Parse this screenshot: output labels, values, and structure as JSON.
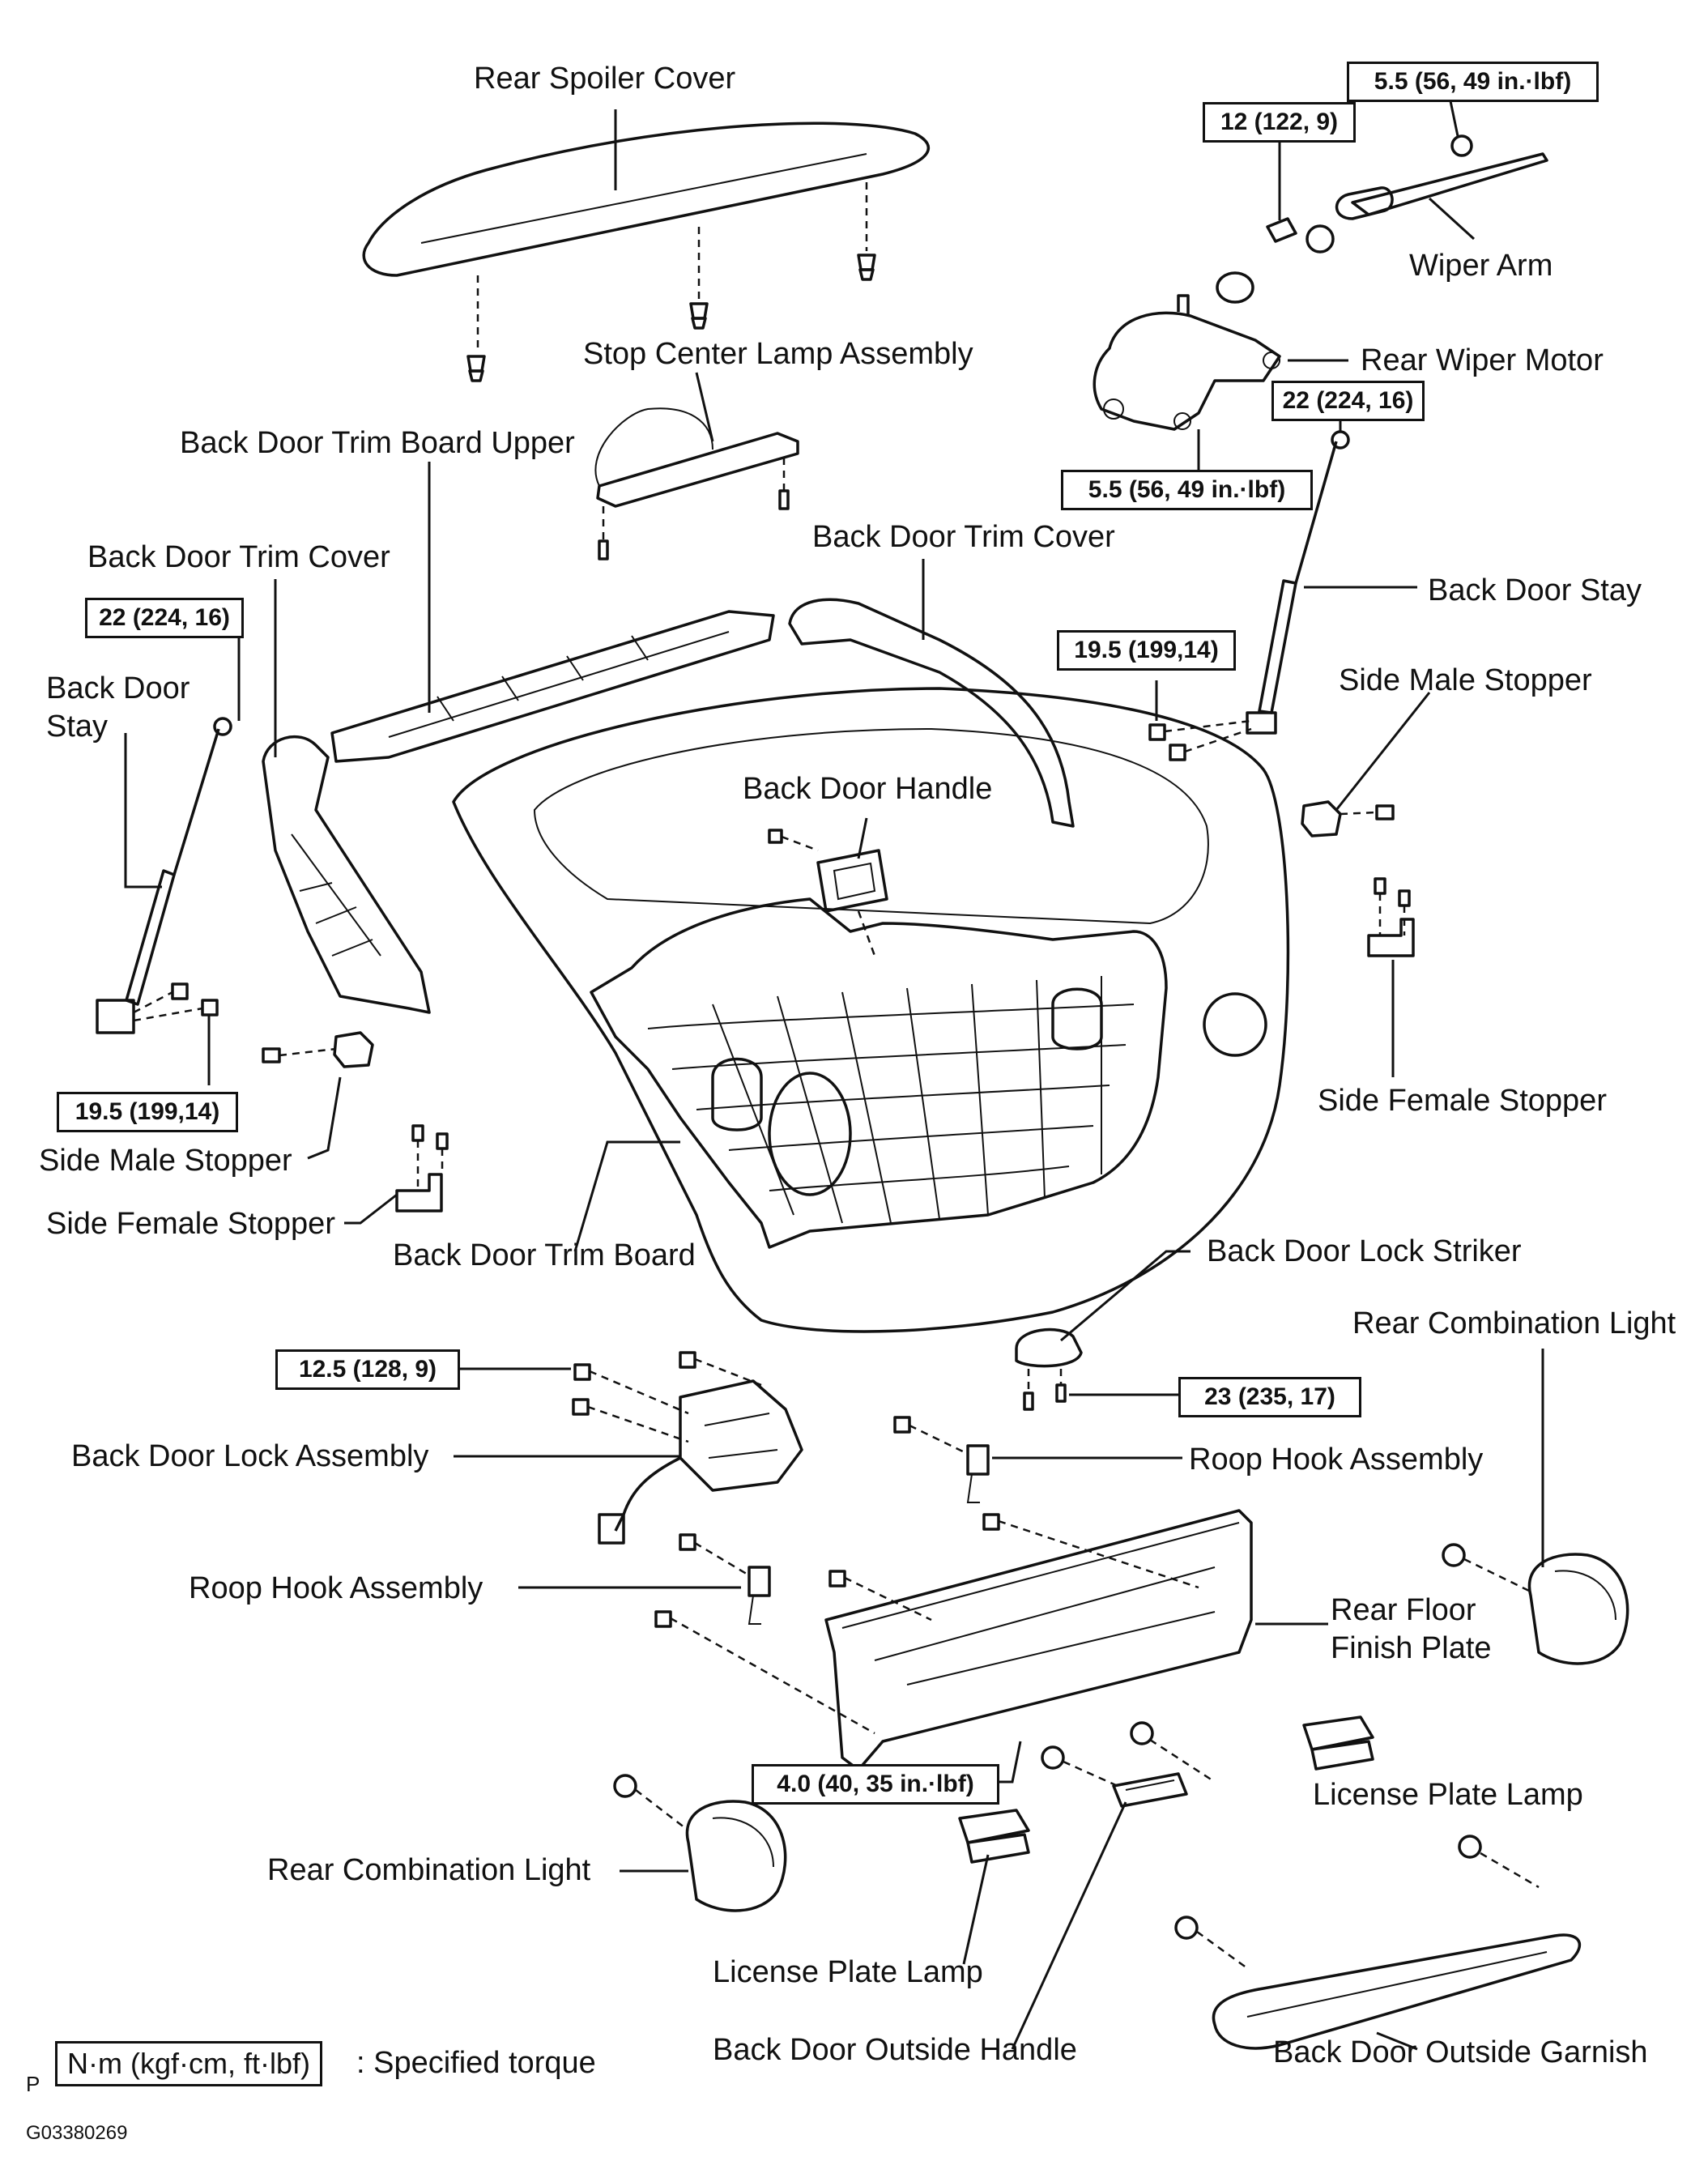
{
  "labels": {
    "rear_spoiler_cover": "Rear Spoiler Cover",
    "stop_center_lamp": "Stop Center Lamp Assembly",
    "wiper_arm": "Wiper Arm",
    "rear_wiper_motor": "Rear Wiper Motor",
    "back_door_trim_board_upper": "Back Door Trim Board Upper",
    "back_door_trim_cover_left": "Back Door Trim Cover",
    "back_door_trim_cover_right": "Back Door Trim Cover",
    "back_door_stay_right": "Back Door Stay",
    "back_door_stay_left_line1": "Back Door",
    "back_door_stay_left_line2": "Stay",
    "side_male_stopper_right": "Side Male Stopper",
    "back_door_handle": "Back Door Handle",
    "side_female_stopper_right": "Side Female Stopper",
    "side_male_stopper_left": "Side Male Stopper",
    "side_female_stopper_left": "Side Female Stopper",
    "back_door_trim_board": "Back Door Trim Board",
    "back_door_lock_striker": "Back Door Lock Striker",
    "rear_combination_light_right": "Rear Combination Light",
    "back_door_lock_assembly": "Back Door Lock Assembly",
    "roop_hook_assembly_right": "Roop Hook Assembly",
    "roop_hook_assembly_left": "Roop Hook Assembly",
    "rear_floor_finish_plate_line1": "Rear Floor",
    "rear_floor_finish_plate_line2": "Finish Plate",
    "license_plate_lamp_right": "License Plate Lamp",
    "rear_combination_light_left": "Rear Combination Light",
    "license_plate_lamp_left": "License Plate Lamp",
    "back_door_outside_handle": "Back Door Outside Handle",
    "back_door_outside_garnish": "Back Door Outside Garnish"
  },
  "torques": {
    "wiper_arm_nut": "5.5 (56, 49 in.·lbf)",
    "wiper_pivot_nut": "12 (122, 9)",
    "stay_right_top": "22 (224, 16)",
    "wiper_motor_bolt": "5.5 (56, 49 in.·lbf)",
    "stay_left_top": "22 (224, 16)",
    "stay_right_bottom": "19.5 (199,14)",
    "stay_left_bottom": "19.5 (199,14)",
    "lock_assembly": "12.5 (128, 9)",
    "lock_striker": "23 (235, 17)",
    "floor_plate": "4.0 (40, 35 in.·lbf)"
  },
  "legend": {
    "box_text": "N·m (kgf·cm, ft·lbf)",
    "description": ": Specified torque",
    "prefix": "P"
  },
  "figure_code": "G03380269"
}
